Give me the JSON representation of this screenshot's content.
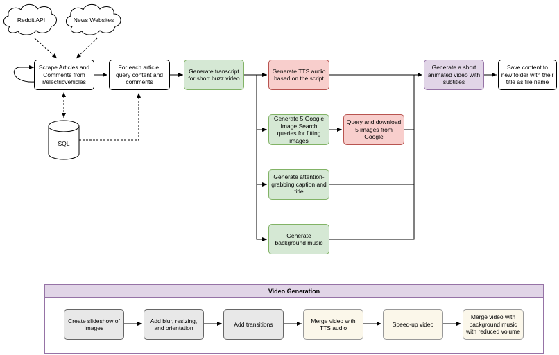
{
  "colors": {
    "green_fill": "#d5e8d4",
    "green_border": "#82b366",
    "red_fill": "#f8cecc",
    "red_border": "#b85450",
    "purple_fill": "#e1d5e7",
    "purple_border": "#9673a6",
    "gray_fill": "#e8e8e8",
    "gray_border": "#666666",
    "cream_fill": "#fbf7ea",
    "cream_border": "#999999",
    "white_fill": "#ffffff",
    "stroke": "#000000"
  },
  "sources": {
    "reddit_api": "Reddit API",
    "news_websites": "News Websites",
    "sql": "SQL"
  },
  "nodes": {
    "scrape": "Scrape Articles and Comments from r/electricvehicles",
    "query_content": "For each article, query content and comments",
    "transcript": "Generate transcript for short buzz video",
    "tts_audio": "Generate TTS audio based on the script",
    "image_queries": "Generate 5 Google Image Search queries for fitting images",
    "download_images": "Query and download 5 images from Google",
    "caption": "Generate attention-grabbing caption and title",
    "bg_music": "Generate background music",
    "animated_video": "Generate a short animated video with subtitles",
    "save_content": "Save content to new folder with their title as file name"
  },
  "video_generation": {
    "title": "Video Generation",
    "steps": [
      "Create slideshow of images",
      "Add blur, resizing, and orientation",
      "Add transitions",
      "Merge video with TTS audio",
      "Speed-up video",
      "Merge video with background music with reduced volume"
    ]
  }
}
